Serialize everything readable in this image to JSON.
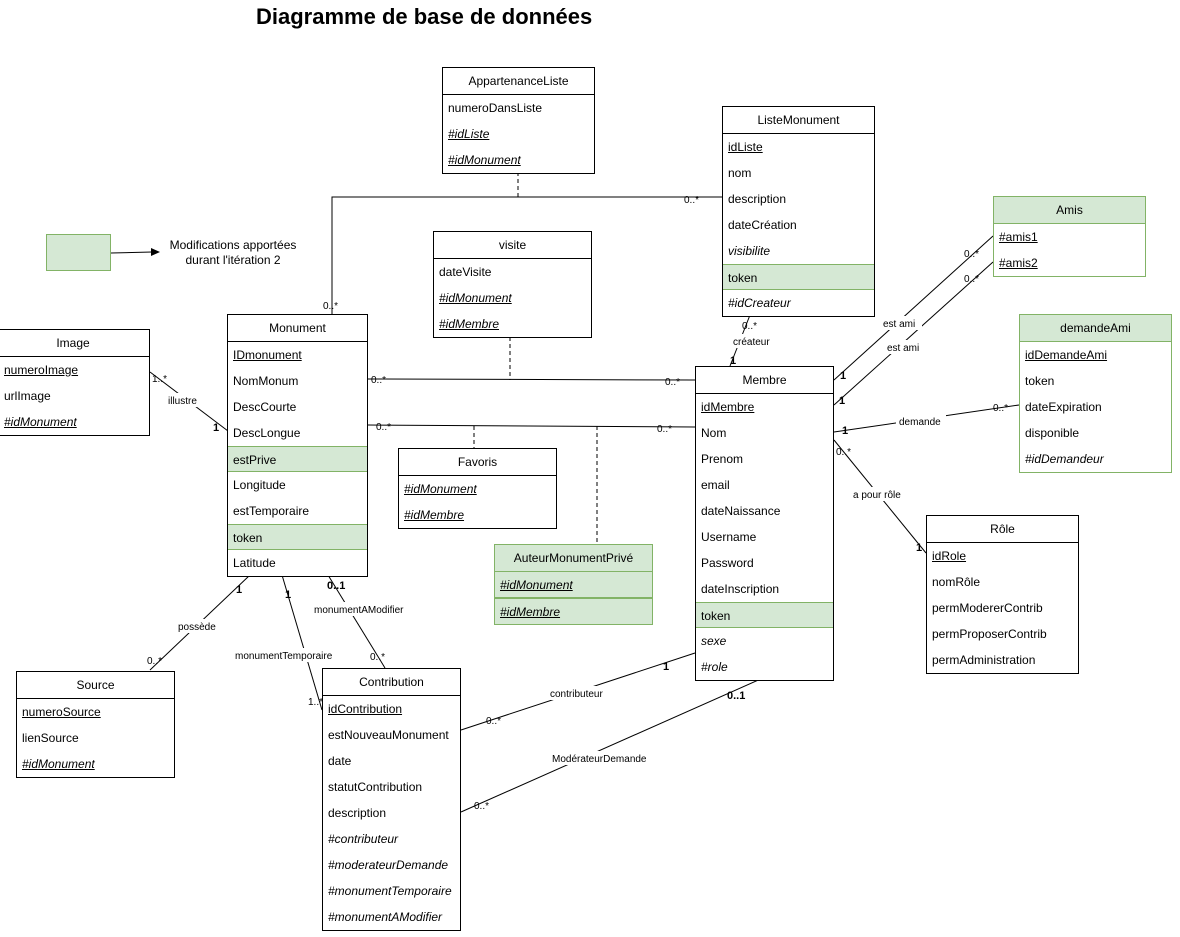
{
  "title": "Diagramme de base de données",
  "legend": {
    "text": "Modifications apportées durant l'itération 2",
    "color": "#d5e8d4"
  },
  "colors": {
    "highlight": "#d5e8d4",
    "highlight_border": "#82b366",
    "line": "#000000"
  },
  "entities": {
    "appartenanceListe": {
      "name": "AppartenanceListe",
      "attrs": [
        "numeroDansListe",
        "#idListe",
        "#idMonument"
      ]
    },
    "listeMonument": {
      "name": "ListeMonument",
      "attrs": [
        "idListe",
        "nom",
        "description",
        "dateCréation",
        "visibilite",
        "token",
        "#idCreateur"
      ]
    },
    "amis": {
      "name": "Amis",
      "attrs": [
        "#amis1",
        "#amis2"
      ]
    },
    "demandeAmi": {
      "name": "demandeAmi",
      "attrs": [
        "idDemandeAmi",
        "token",
        "dateExpiration",
        "disponible",
        "#idDemandeur"
      ]
    },
    "visite": {
      "name": "visite",
      "attrs": [
        "dateVisite",
        "#idMonument",
        "#idMembre"
      ]
    },
    "image": {
      "name": "Image",
      "attrs": [
        "numeroImage",
        "urlImage",
        "#idMonument"
      ]
    },
    "monument": {
      "name": "Monument",
      "attrs": [
        "IDmonument",
        "NomMonum",
        "DescCourte",
        "DescLongue",
        "estPrive",
        "Longitude",
        "estTemporaire",
        "token",
        "Latitude"
      ]
    },
    "favoris": {
      "name": "Favoris",
      "attrs": [
        "#idMonument",
        "#idMembre"
      ]
    },
    "auteurMonumentPrive": {
      "name": "AuteurMonumentPrivé",
      "attrs": [
        "#idMonument",
        "#idMembre"
      ]
    },
    "membre": {
      "name": "Membre",
      "attrs": [
        "idMembre",
        "Nom",
        "Prenom",
        "email",
        "dateNaissance",
        "Username",
        "Password",
        "dateInscription",
        "token",
        "sexe",
        "#role"
      ]
    },
    "role": {
      "name": "Rôle",
      "attrs": [
        "idRole",
        "nomRôle",
        "permModererContrib",
        "permProposerContrib",
        "permAdministration"
      ]
    },
    "source": {
      "name": "Source",
      "attrs": [
        "numeroSource",
        "lienSource",
        "#idMonument"
      ]
    },
    "contribution": {
      "name": "Contribution",
      "attrs": [
        "idContribution",
        "estNouveauMonument",
        "date",
        "statutContribution",
        "description",
        "#contributeur",
        "#moderateurDemande",
        "#monumentTemporaire",
        "#monumentAModifier"
      ]
    }
  },
  "relations": {
    "illustre": "illustre",
    "possede": "possède",
    "monumentTemporaire": "monumentTemporaire",
    "monumentAModifier": "monumentAModifier",
    "contributeur": "contributeur",
    "moderateurDemande": "ModérateurDemande",
    "createur": "créateur",
    "estAmi1": "est ami",
    "estAmi2": "est ami",
    "demande": "demande",
    "aPourRole": "a pour rôle"
  },
  "multiplicities": {
    "one": "1",
    "many": "0..*",
    "oneMany": "1..*",
    "zeroOne": "0..1"
  }
}
